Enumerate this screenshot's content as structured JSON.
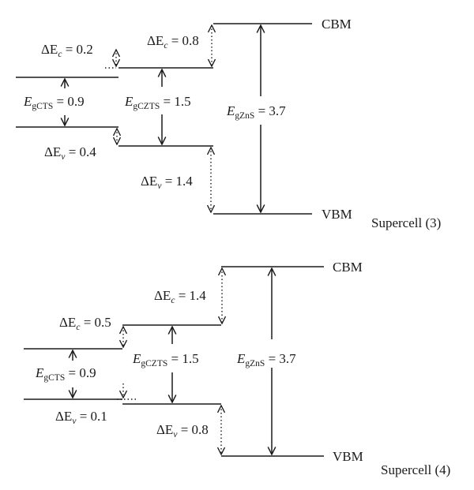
{
  "diagrams": [
    {
      "caption": "Supercell (3)",
      "cbm_label": "CBM",
      "vbm_label": "VBM",
      "labels": {
        "dEc_cts": {
          "sym": "ΔE",
          "sub": "c",
          "val": " = 0.2"
        },
        "dEc_czts": {
          "sym": "ΔE",
          "sub": "c",
          "val": " = 0.8"
        },
        "eg_cts": {
          "sym": "E",
          "sub": "gCTS",
          "val": " = 0.9"
        },
        "eg_czts": {
          "sym": "E",
          "sub": "gCZTS",
          "val": " = 1.5"
        },
        "eg_zns": {
          "sym": "E",
          "sub": "gZnS",
          "val": " = 3.7"
        },
        "dEv_cts": {
          "sym": "ΔE",
          "sub": "v",
          "val": " = 0.4"
        },
        "dEv_czts": {
          "sym": "ΔE",
          "sub": "v",
          "val": " = 1.4"
        }
      }
    },
    {
      "caption": "Supercell (4)",
      "cbm_label": "CBM",
      "vbm_label": "VBM",
      "labels": {
        "dEc_czts": {
          "sym": "ΔE",
          "sub": "c",
          "val": " = 1.4"
        },
        "dEc_cts": {
          "sym": "ΔE",
          "sub": "c",
          "val": " = 0.5"
        },
        "eg_cts": {
          "sym": "E",
          "sub": "gCTS",
          "val": " = 0.9"
        },
        "eg_czts": {
          "sym": "E",
          "sub": "gCZTS",
          "val": " = 1.5"
        },
        "eg_zns": {
          "sym": "E",
          "sub": "gZnS",
          "val": " = 3.7"
        },
        "dEv_cts": {
          "sym": "ΔE",
          "sub": "v",
          "val": " = 0.1"
        },
        "dEv_czts": {
          "sym": "ΔE",
          "sub": "v",
          "val": " = 0.8"
        }
      }
    }
  ]
}
